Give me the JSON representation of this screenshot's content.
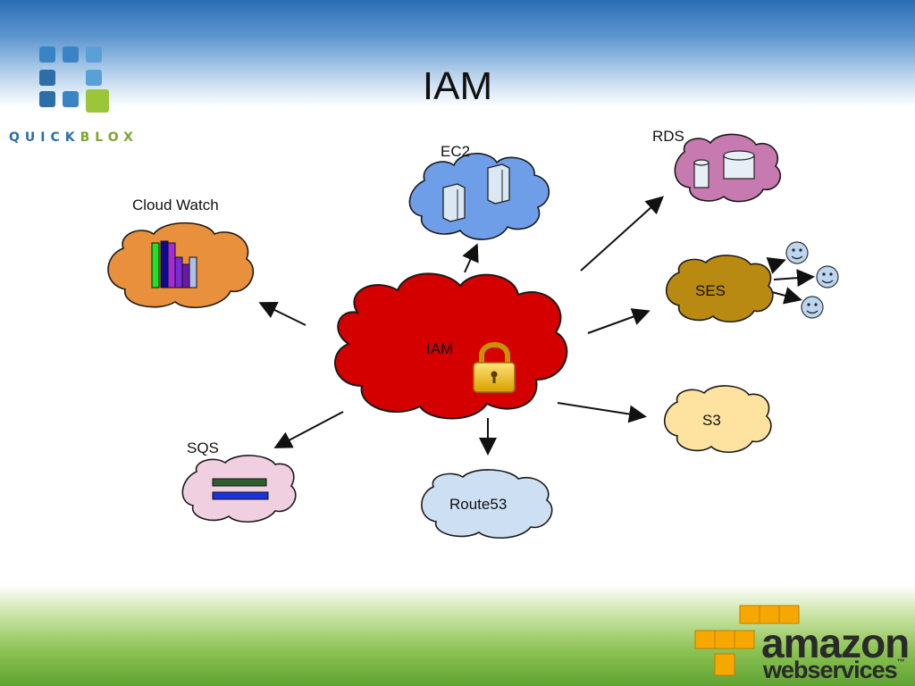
{
  "slide": {
    "title": "IAM"
  },
  "brand": {
    "quickblox_part1": "QUICK",
    "quickblox_part2": "BLOX",
    "aws_line1": "amazon",
    "aws_line2": "webservices",
    "aws_tm": "™"
  },
  "nodes": {
    "iam": "IAM",
    "ec2": "EC2",
    "rds": "RDS",
    "ses": "SES",
    "s3": "S3",
    "route53": "Route53",
    "sqs": "SQS",
    "cloudwatch": "Cloud Watch"
  },
  "colors": {
    "iam": "#d40000",
    "ec2": "#6f9ee8",
    "rds": "#c77ab0",
    "ses": "#b88a12",
    "s3": "#fde2a0",
    "route53": "#cde0f3",
    "sqs": "#efcfe0",
    "cloudwatch": "#e8903c",
    "quickblox_blue": "#2d6ea8",
    "quickblox_green": "#7fa531",
    "aws_orange": "#f7a800"
  }
}
